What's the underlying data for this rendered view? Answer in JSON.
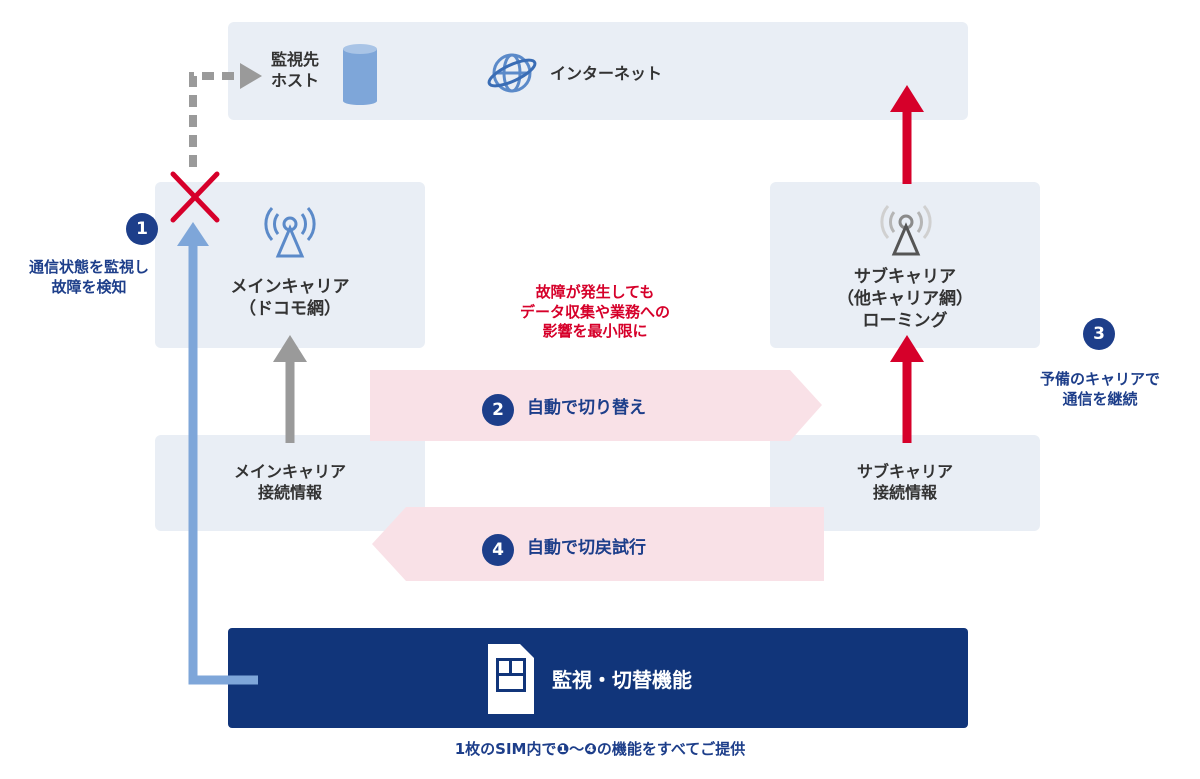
{
  "top": {
    "host_label": "監視先\nホスト",
    "internet_label": "インターネット"
  },
  "main_carrier": {
    "label": "メインキャリア\n（ドコモ網）",
    "connection_label": "メインキャリア\n接続情報"
  },
  "sub_carrier": {
    "label": "サブキャリア\n（他キャリア網）\nローミング",
    "connection_label": "サブキャリア\n接続情報"
  },
  "steps": [
    {
      "number": "1",
      "text": "通信状態を監視し\n故障を検知"
    },
    {
      "number": "2",
      "text": "自動で切り替え"
    },
    {
      "number": "3",
      "text": "予備のキャリアで\n通信を継続"
    },
    {
      "number": "4",
      "text": "自動で切戻試行"
    }
  ],
  "failure_note": "故障が発生しても\nデータ収集や業務への\n影響を最小限に",
  "monitor_label": "監視・切替機能",
  "footer_note": "1枚のSIM内で❶〜❹の機能をすべてご提供",
  "colors": {
    "panel": "#e9eef5",
    "navy": "#11357a",
    "step_circle": "#1d3e8a",
    "red": "#d6002a",
    "blue_arrow": "#7ea6d9",
    "gray_arrow": "#9a9a9a",
    "pink_arrow": "#f9e1e7"
  },
  "icons": [
    "database-icon",
    "globe-icon",
    "antenna-icon",
    "sim-card-icon",
    "cross-icon"
  ]
}
